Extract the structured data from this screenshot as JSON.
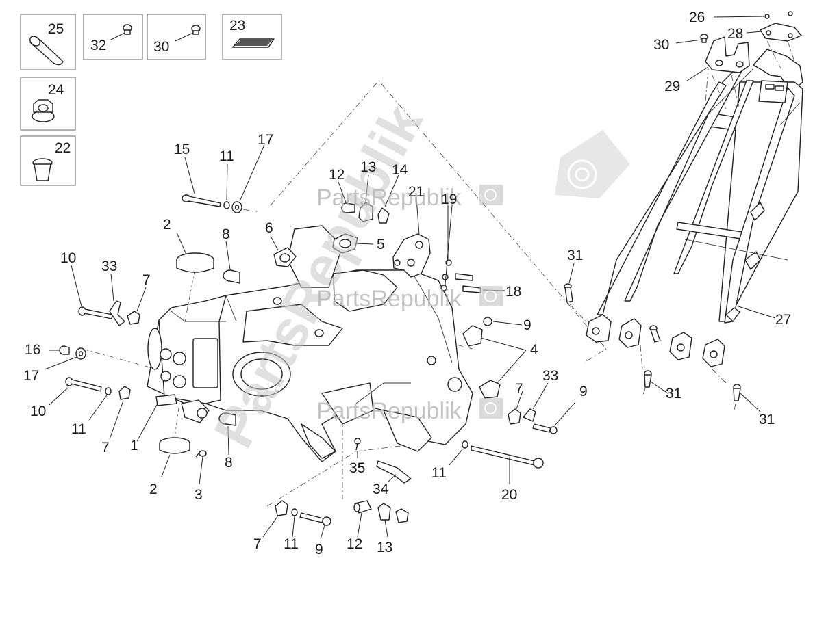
{
  "watermark": {
    "brand": "PartsRepublik",
    "color": "#b9b9b9"
  },
  "callouts": {
    "c25": "25",
    "c32": "32",
    "c30a": "30",
    "c23": "23",
    "c24": "24",
    "c22": "22",
    "c15": "15",
    "c11a": "11",
    "c17a": "17",
    "c2a": "2",
    "c8a": "8",
    "c6": "6",
    "c10a": "10",
    "c33a": "33",
    "c7a": "7",
    "c16": "16",
    "c17b": "17",
    "c10b": "10",
    "c11b": "11",
    "c7b": "7",
    "c1": "1",
    "c2b": "2",
    "c3": "3",
    "c8b": "8",
    "c12a": "12",
    "c13a": "13",
    "c14": "14",
    "c21": "21",
    "c19": "19",
    "c5": "5",
    "c18": "18",
    "c9a": "9",
    "c4": "4",
    "c7c": "7",
    "c33b": "33",
    "c9b": "9",
    "c35": "35",
    "c34": "34",
    "c11c": "11",
    "c20": "20",
    "c7d": "7",
    "c11d": "11",
    "c9c": "9",
    "c12b": "12",
    "c13b": "13",
    "c26": "26",
    "c28": "28",
    "c30b": "30",
    "c29": "29",
    "c31a": "31",
    "c27": "27",
    "c31b": "31",
    "c31c": "31"
  },
  "parts": [
    "nut-sleeve",
    "pin-bolt",
    "pad-strip",
    "flange-nut",
    "rivet-nut",
    "main-frame",
    "rear-subframe",
    "bushing",
    "washer",
    "bolt",
    "bracket"
  ]
}
